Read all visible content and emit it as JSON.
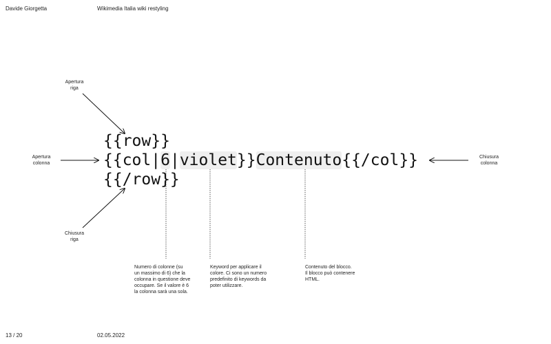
{
  "header": {
    "author": "Davide Giorgetta",
    "project": "Wikimedia Italia wiki restyling"
  },
  "footer": {
    "page": "13 / 20",
    "date": "02.05.2022"
  },
  "code": {
    "row_open": "{{row}}",
    "col_open_prefix": "{{col|",
    "col_number": "6",
    "col_sep": "|",
    "col_keyword": "violet",
    "col_open_suffix": "}}",
    "content": "Contenuto",
    "col_close": "{{/col}}",
    "row_close": "{{/row}}"
  },
  "labels": {
    "row_open": [
      "Apertura",
      "riga"
    ],
    "col_open": [
      "Apertura",
      "colonna"
    ],
    "row_close": [
      "Chiusura",
      "riga"
    ],
    "col_close": [
      "Chiusura",
      "colonna"
    ]
  },
  "notes": {
    "columns": [
      "Numero di colonne (su",
      "un massimo di 6) che la",
      "colonna in questione deve",
      "occupare. Se il valore è 6",
      "la colonna sarà una sola."
    ],
    "keyword": [
      "Keyword per applicare il",
      "colore. Ci sono un numero",
      "predefinito di keywords da",
      "poter utilizzare."
    ],
    "content": [
      "Contenuto del blocco.",
      "Il blocco può contenere",
      "HTML."
    ]
  }
}
